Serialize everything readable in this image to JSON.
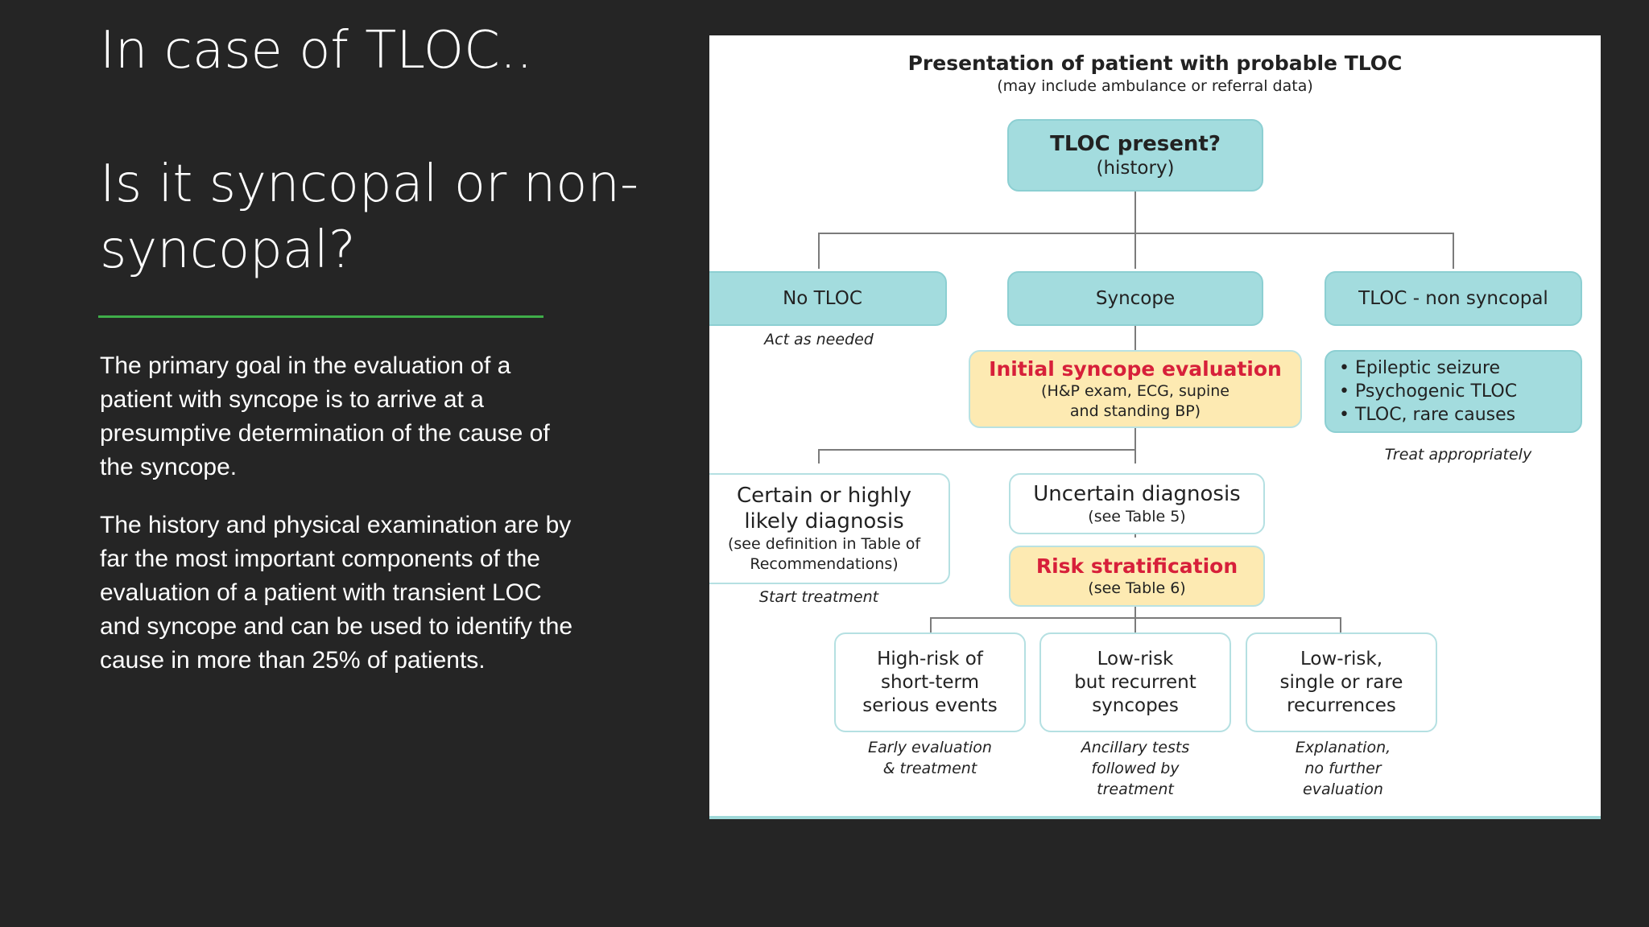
{
  "slide": {
    "title_line1": "In case of TLOC..",
    "title_line2": "Is it syncopal or non-syncopal?",
    "paragraphs": [
      "The primary goal in the evaluation of a patient with syncope is to arrive at a presumptive determination of the cause of the syncope.",
      "The history and physical examination are by far the most important components of the evaluation of a patient with transient LOC and syncope and can be used to identify the cause in more than 25% of patients."
    ]
  },
  "colors": {
    "background": "#252525",
    "accent_rule": "#3fae49",
    "node_teal": "#a3dcde",
    "node_yellow": "#fdeab2",
    "highlight_red": "#d7203a"
  },
  "flowchart": {
    "title": "Presentation of patient with probable TLOC",
    "subtitle": "(may include ambulance or referral data)",
    "tloc_present": {
      "line1": "TLOC present?",
      "line2": "(history)"
    },
    "no_tloc": {
      "label": "No TLOC",
      "note": "Act as needed"
    },
    "syncope": {
      "label": "Syncope"
    },
    "tloc_non_syncopal": {
      "label": "TLOC - non syncopal",
      "items": [
        "• Epileptic seizure",
        "• Psychogenic TLOC",
        "• TLOC, rare causes"
      ],
      "note": "Treat appropriately"
    },
    "initial_eval": {
      "title": "Initial syncope evaluation",
      "line1": "(H&P exam, ECG, supine",
      "line2": "and standing BP)"
    },
    "certain_dx": {
      "line1": "Certain or highly",
      "line2": "likely diagnosis",
      "line3": "(see definition in Table of",
      "line4": "Recommendations)",
      "note": "Start treatment"
    },
    "uncertain_dx": {
      "line1": "Uncertain diagnosis",
      "line2": "(see Table 5)"
    },
    "risk_strat": {
      "title": "Risk stratification",
      "line2": "(see Table 6)"
    },
    "high_risk": {
      "line1": "High-risk of",
      "line2": "short-term",
      "line3": "serious events",
      "note1": "Early evaluation",
      "note2": "& treatment"
    },
    "low_risk_recurrent": {
      "line1": "Low-risk",
      "line2": "but recurrent",
      "line3": "syncopes",
      "note1": "Ancillary tests",
      "note2": "followed by",
      "note3": "treatment"
    },
    "low_risk_rare": {
      "line1": "Low-risk,",
      "line2": "single or rare",
      "line3": "recurrences",
      "note1": "Explanation,",
      "note2": "no further",
      "note3": "evaluation"
    }
  }
}
